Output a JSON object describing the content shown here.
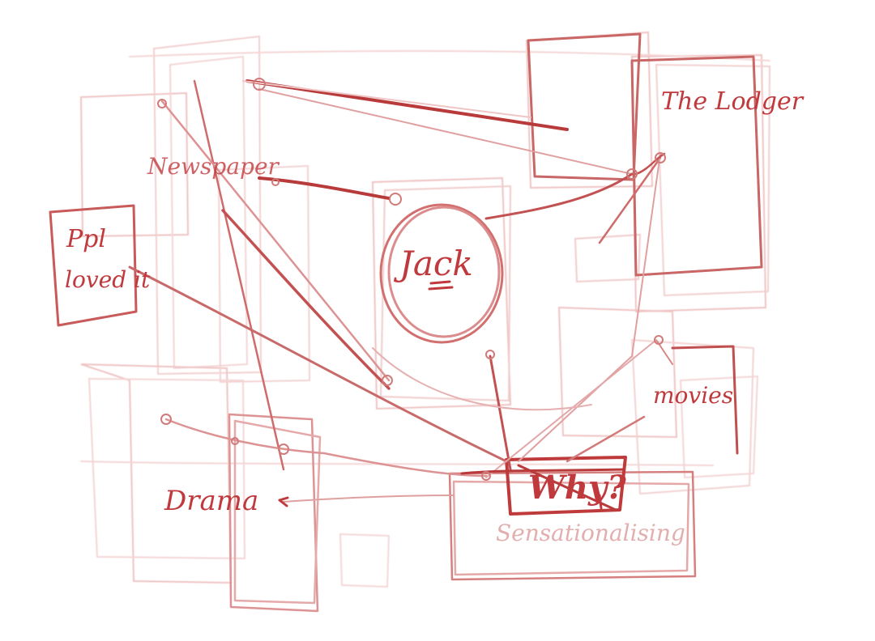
{
  "sketch": {
    "ink_color": "#c0393d",
    "faint_color": "#e3aeae",
    "labels": {
      "newspaper": "Newspaper",
      "ppl_loved_it": [
        "Ppl",
        "loved it"
      ],
      "jack": "Jack",
      "the_lodger": "The Lodger",
      "movies": "movies",
      "why": "Why?",
      "sensationalising": "Sensationalising",
      "drama": "Drama"
    }
  }
}
